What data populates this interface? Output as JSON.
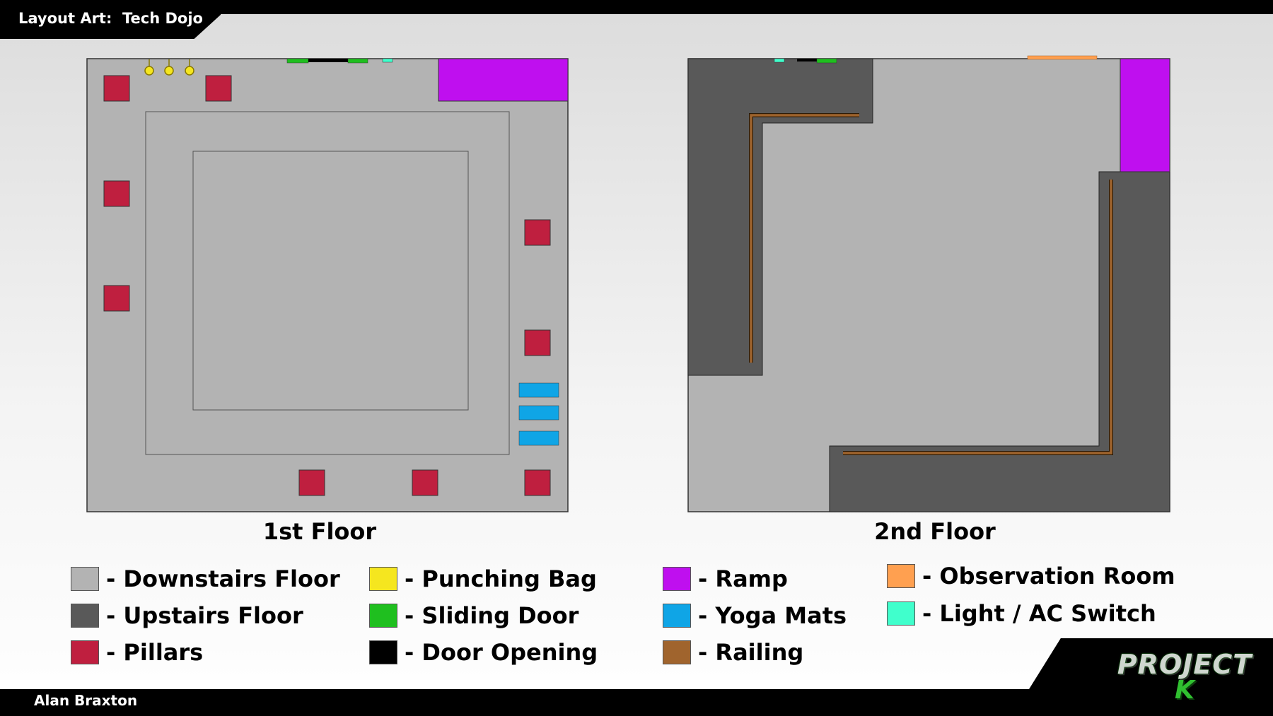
{
  "header": {
    "title": "Layout Art:  Tech Dojo"
  },
  "footer": {
    "author": "Alan Braxton",
    "logo_line1": "PROJECT",
    "logo_line2": "K"
  },
  "floors": {
    "first_label": "1st Floor",
    "second_label": "2nd Floor"
  },
  "colors": {
    "downstairs_floor": "#b3b3b3",
    "upstairs_floor": "#595959",
    "pillars": "#bf1f3f",
    "punching_bag": "#f5e61f",
    "sliding_door": "#1fbf1f",
    "door_opening": "#000000",
    "ramp": "#bf0fef",
    "yoga_mats": "#0fa5e6",
    "railing": "#a0642d",
    "observation_room": "#ffa050",
    "light_ac_switch": "#40ffcc"
  },
  "legend": [
    {
      "label": "- Downstairs Floor",
      "color": "#b3b3b3"
    },
    {
      "label": "- Upstairs Floor",
      "color": "#595959"
    },
    {
      "label": "- Pillars",
      "color": "#bf1f3f"
    },
    {
      "label": "- Punching Bag",
      "color": "#f5e61f"
    },
    {
      "label": "- Sliding Door",
      "color": "#1fbf1f"
    },
    {
      "label": "- Door Opening",
      "color": "#000000"
    },
    {
      "label": "- Ramp",
      "color": "#bf0fef"
    },
    {
      "label": "- Yoga Mats",
      "color": "#0fa5e6"
    },
    {
      "label": "- Railing",
      "color": "#a0642d"
    },
    {
      "label": "- Observation Room",
      "color": "#ffa050"
    },
    {
      "label": "- Light / AC Switch",
      "color": "#40ffcc"
    }
  ]
}
